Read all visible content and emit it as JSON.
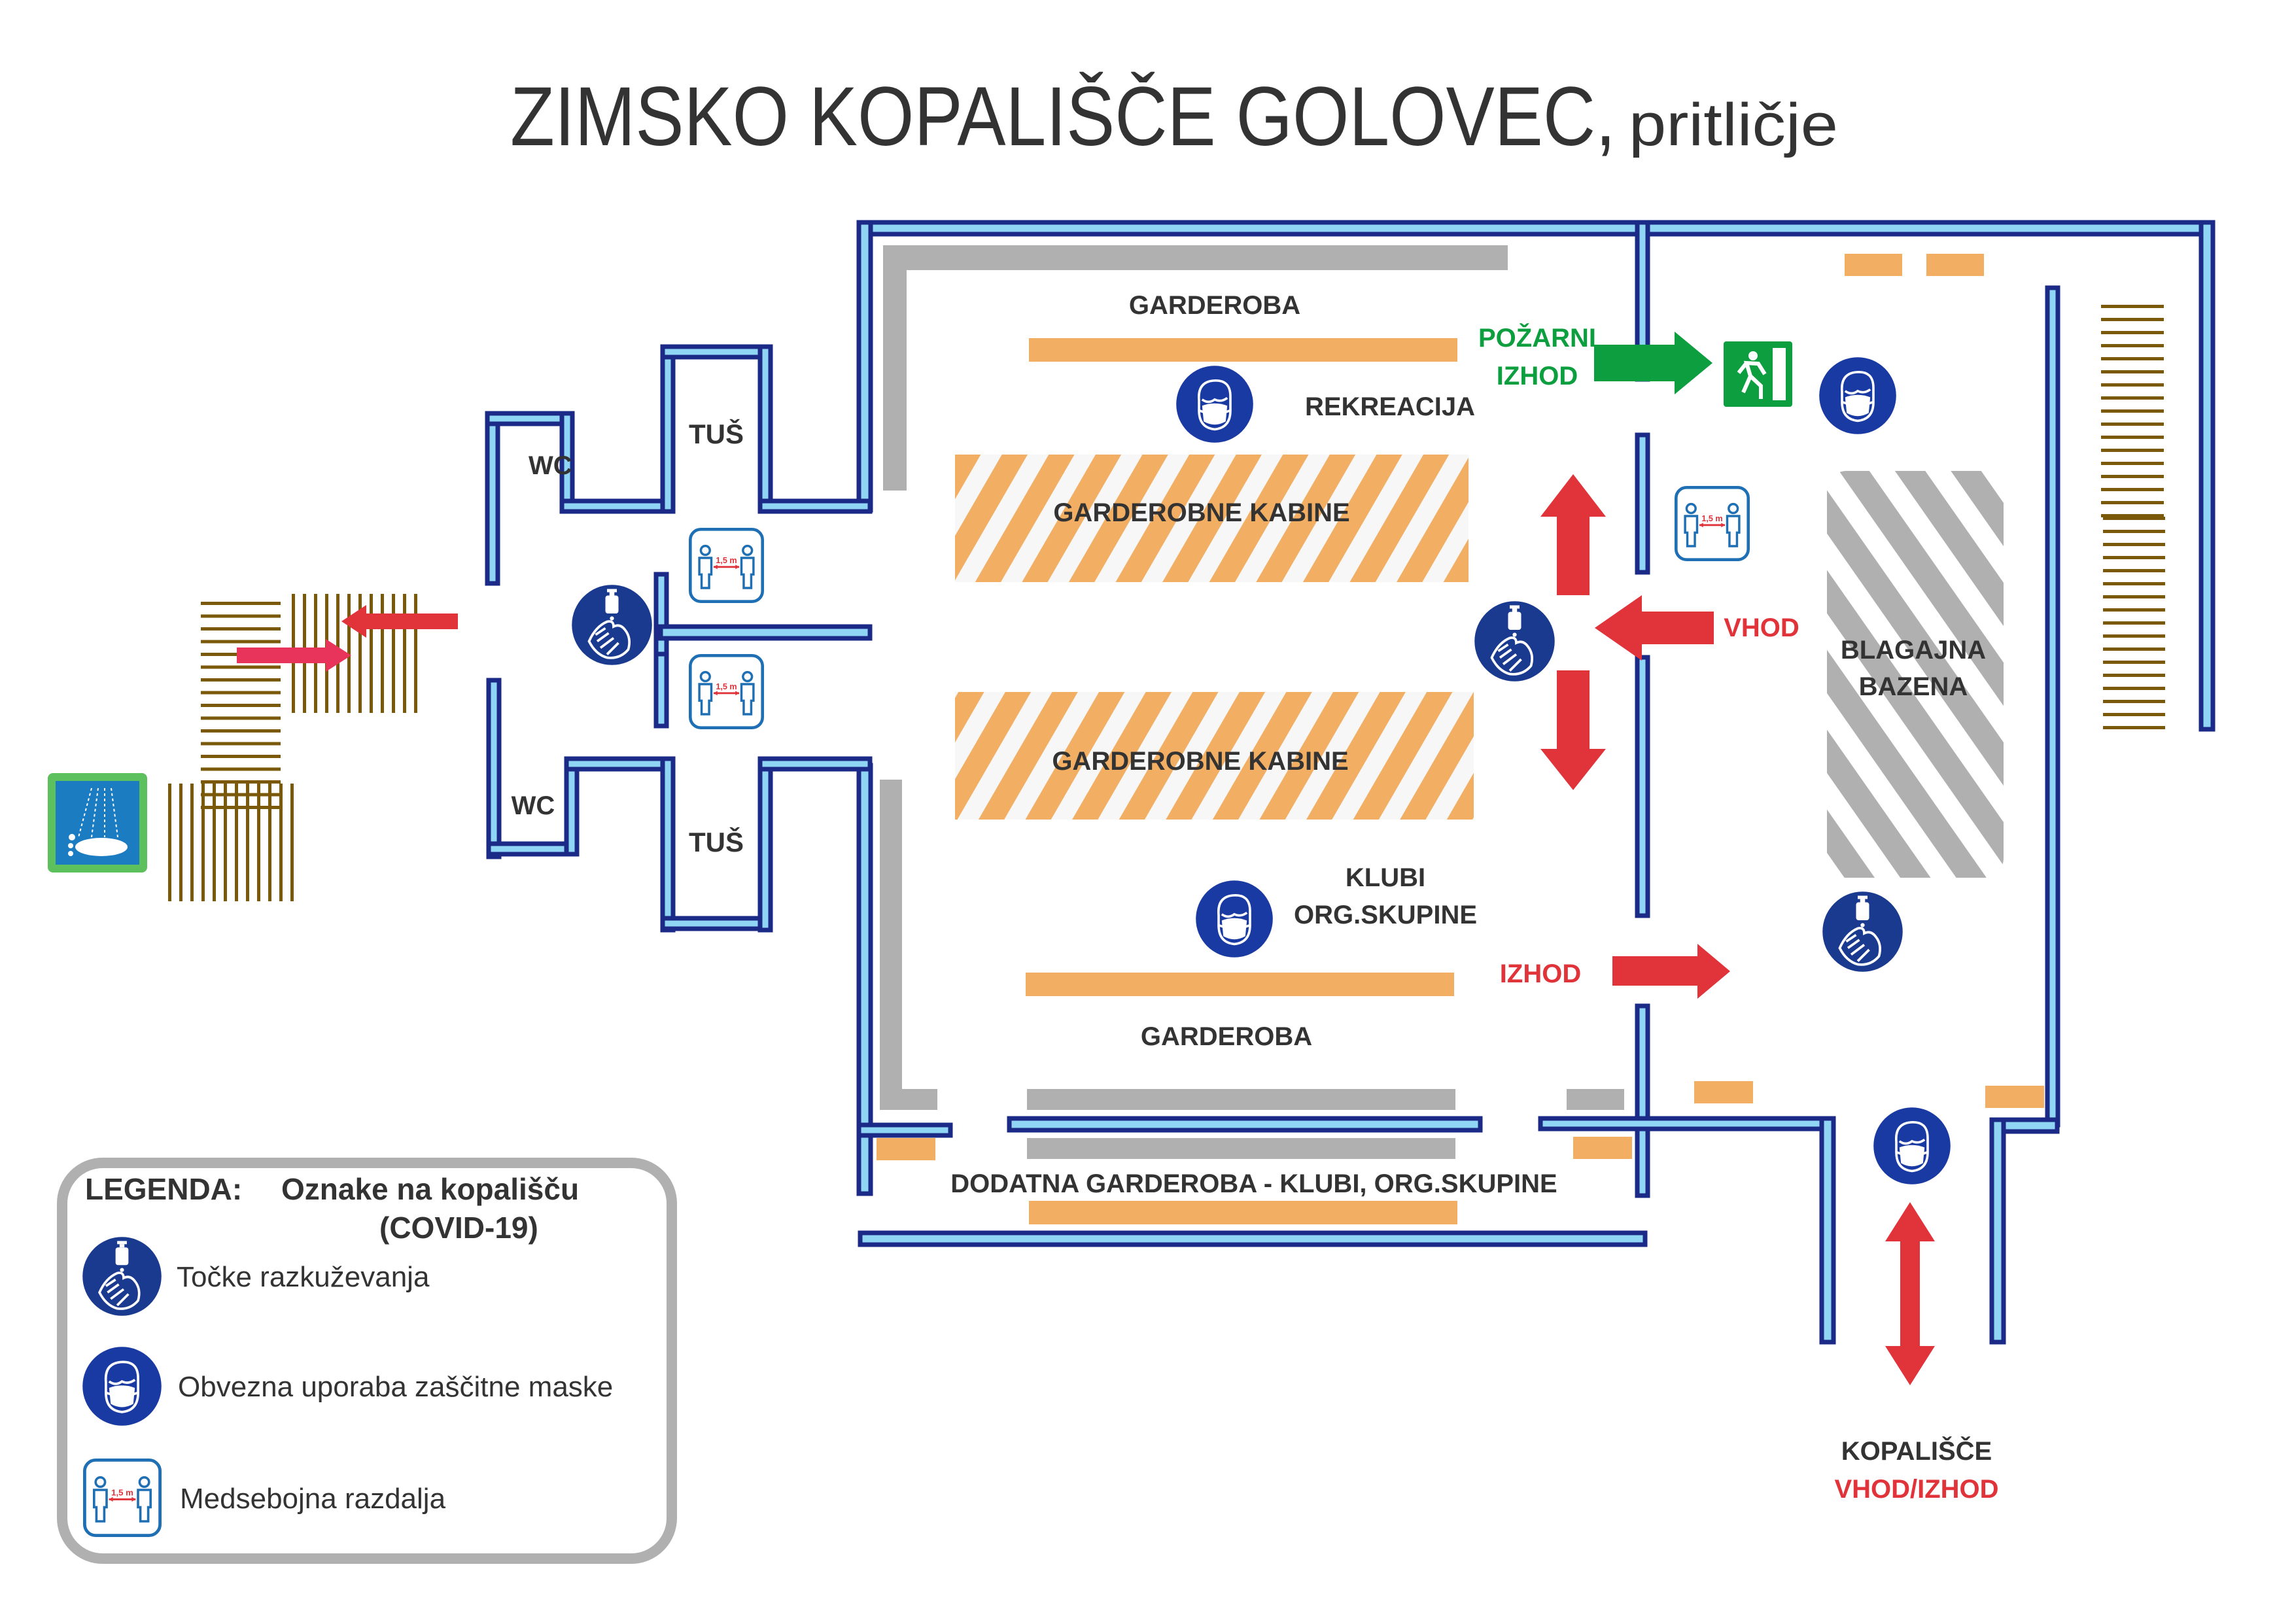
{
  "title": {
    "main": "ZIMSKO KOPALIŠČE GOLOVEC,",
    "sub": "pritličje"
  },
  "colors": {
    "wall_fill": "#90d6f4",
    "wall_stroke": "#1b2a86",
    "bench": "#f2ae62",
    "cabinet": "#b1b0b0",
    "arrow_red": "#e0333a",
    "arrow_green": "#0d9f3f",
    "sign_blue": "#1a3aa3",
    "mat_brown": "#7a5a0a",
    "text_dark": "#333333"
  },
  "rooms": {
    "wc_top": "WC",
    "tus_top": "TUŠ",
    "wc_bottom": "WC",
    "tus_bottom": "TUŠ",
    "garderoba_top": "GARDEROBA",
    "rekreacija": "REKREACIJA",
    "kabine_top": "GARDEROBNE KABINE",
    "kabine_bottom": "GARDEROBNE KABINE",
    "klubi_line1": "KLUBI",
    "klubi_line2": "ORG.SKUPINE",
    "garderoba_bottom": "GARDEROBA",
    "dodatna": "DODATNA GARDEROBA - KLUBI, ORG.SKUPINE",
    "blagajna_line1": "BLAGAJNA",
    "blagajna_line2": "BAZENA"
  },
  "directions": {
    "fire_exit_line1": "POŽARNI",
    "fire_exit_line2": "IZHOD",
    "vhod": "VHOD",
    "izhod": "IZHOD",
    "pool_line1": "KOPALIŠČE",
    "pool_line2": "VHOD/IZHOD"
  },
  "signs": {
    "distance_label": "1,5 m"
  },
  "legend": {
    "heading": "LEGENDA:",
    "subtitle_line1": "Oznake na kopališču",
    "subtitle_line2": "(COVID-19)",
    "items": [
      {
        "icon": "hand-sanitizer-icon",
        "label": "Točke razkuževanja"
      },
      {
        "icon": "face-mask-icon",
        "label": "Obvezna uporaba zaščitne maske"
      },
      {
        "icon": "social-distance-icon",
        "label": "Medsebojna razdalja"
      }
    ]
  }
}
